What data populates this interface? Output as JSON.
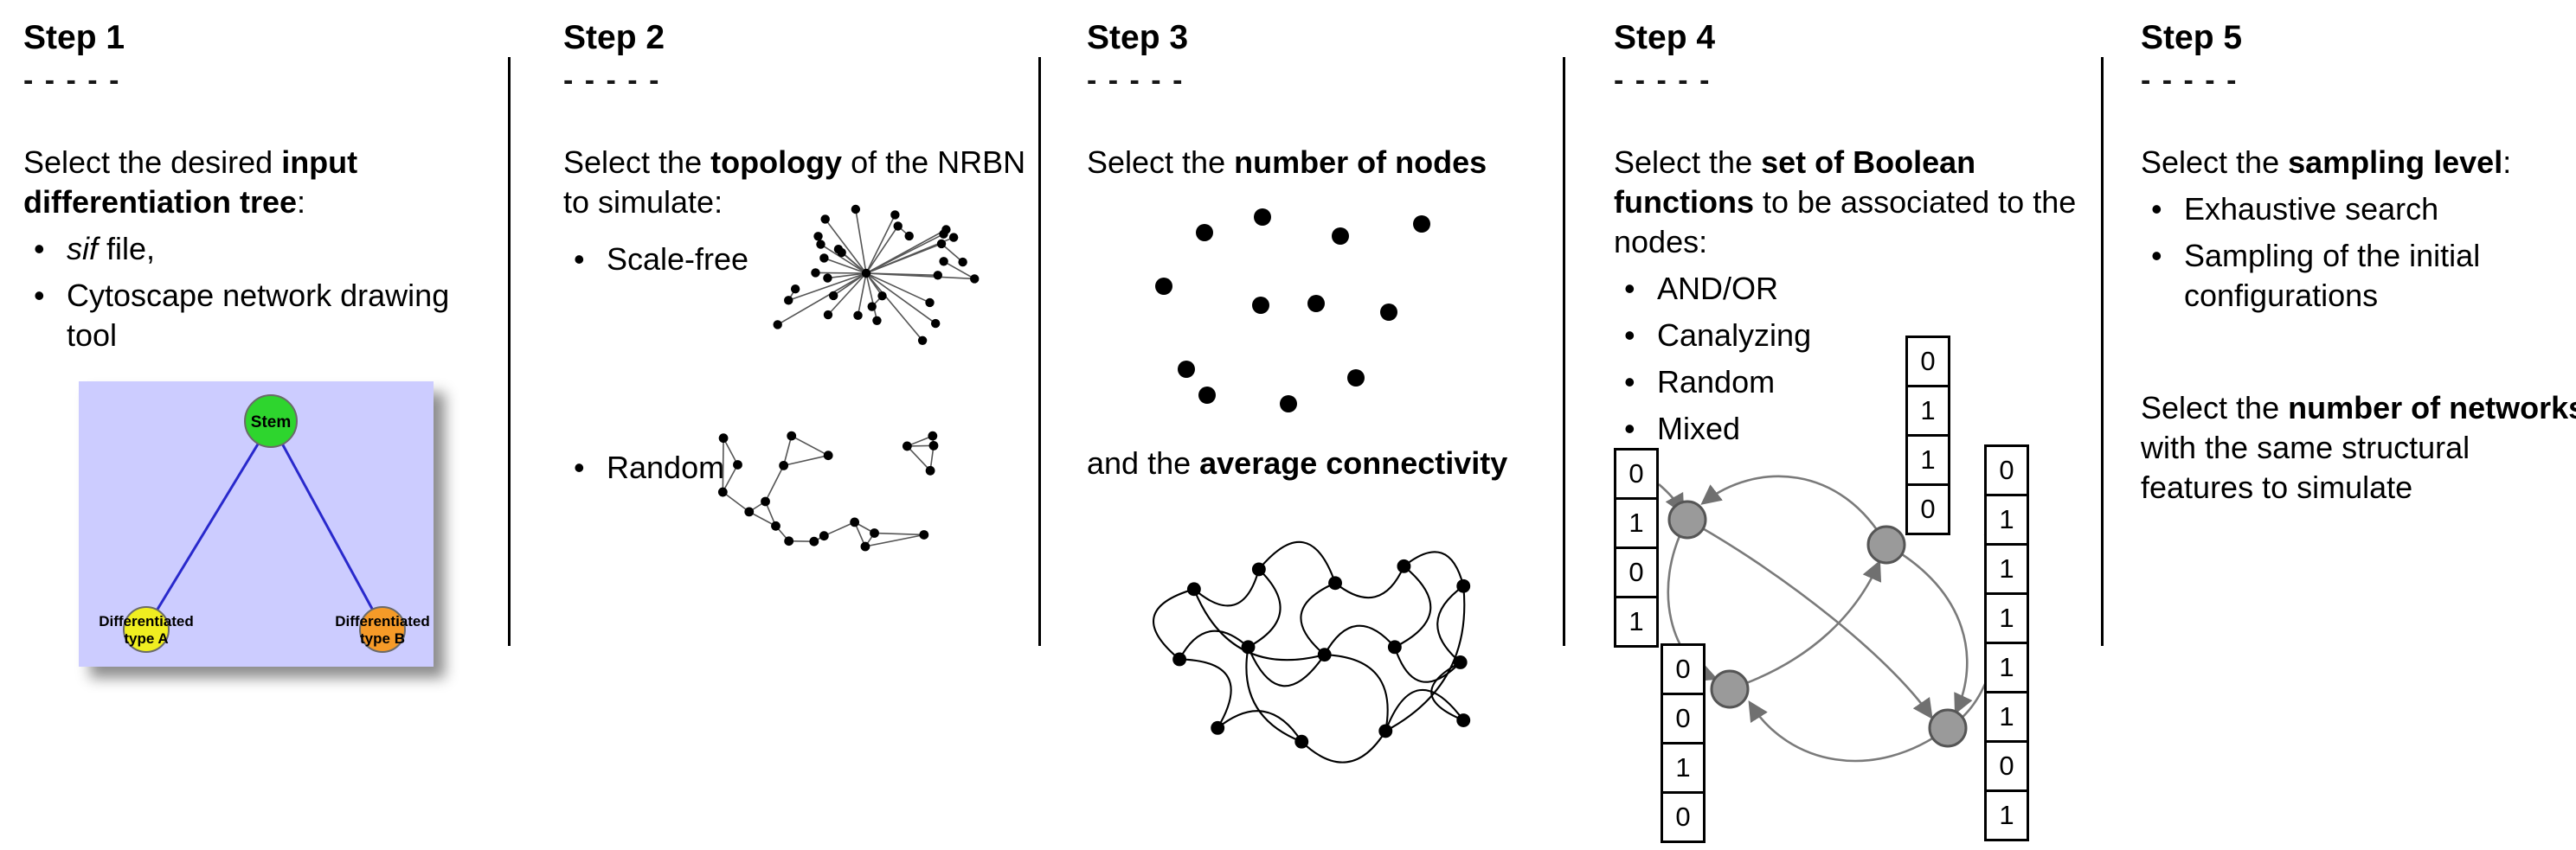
{
  "steps": [
    {
      "title": "Step 1",
      "dashes": "- - - - -",
      "intro": {
        "pre": "Select the desired ",
        "bold": "input differentiation tree",
        "post": ":"
      },
      "bullets": [
        {
          "italic": "sif",
          "rest": " file,"
        },
        {
          "text": "Cytoscape network drawing tool"
        }
      ],
      "tree": {
        "root": "Stem",
        "left_line1": "Differentiated",
        "left_line2": "type A",
        "right_line1": "Differentiated",
        "right_line2": "type B",
        "colors": {
          "background": "#ccccff",
          "root": "#2ed52e",
          "left": "#f0ee20",
          "right": "#f59a28",
          "edge": "#2929cc"
        }
      }
    },
    {
      "title": "Step 2",
      "dashes": "- - - - -",
      "intro": {
        "pre": "Select the ",
        "bold": "topology",
        "post": " of the NRBN to simulate:"
      },
      "bullets": [
        {
          "text": "Scale-free"
        },
        {
          "text": "Random"
        }
      ]
    },
    {
      "title": "Step 3",
      "dashes": "- - - - -",
      "line1": {
        "pre": "Select the ",
        "bold": "number of nodes",
        "post": ""
      },
      "line2": {
        "pre": "and the ",
        "bold": "average connectivity",
        "post": ""
      }
    },
    {
      "title": "Step 4",
      "dashes": "- - - - -",
      "intro": {
        "pre": "Select the ",
        "bold": "set of Boolean functions",
        "post": " to be associated to the nodes:"
      },
      "bullets": [
        {
          "text": "AND/OR"
        },
        {
          "text": "Canalyzing"
        },
        {
          "text": "Random"
        },
        {
          "text": "Mixed"
        }
      ],
      "tables": {
        "left": [
          "0",
          "1",
          "0",
          "1"
        ],
        "top": [
          "0",
          "1",
          "1",
          "0"
        ],
        "right": [
          "0",
          "1",
          "1",
          "1",
          "1",
          "1",
          "0",
          "1"
        ],
        "bottom": [
          "0",
          "0",
          "1",
          "0"
        ]
      }
    },
    {
      "title": "Step 5",
      "dashes": "- - - - -",
      "intro": {
        "pre": "Select the ",
        "bold": "sampling level",
        "post": ":"
      },
      "bullets": [
        {
          "text": "Exhaustive search"
        },
        {
          "text": "Sampling of the initial configurations"
        }
      ],
      "second": {
        "pre": "Select the ",
        "bold": "number of networks",
        "post": " with the same structural features to simulate"
      }
    }
  ]
}
